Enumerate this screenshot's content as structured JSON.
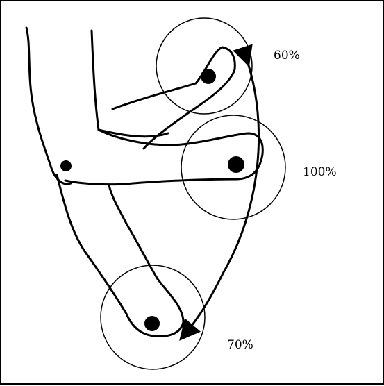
{
  "diagram": {
    "labels": {
      "top": "60%",
      "middle": "100%",
      "bottom": "70%"
    },
    "ink_color": "#000000",
    "background": "#ffffff"
  }
}
